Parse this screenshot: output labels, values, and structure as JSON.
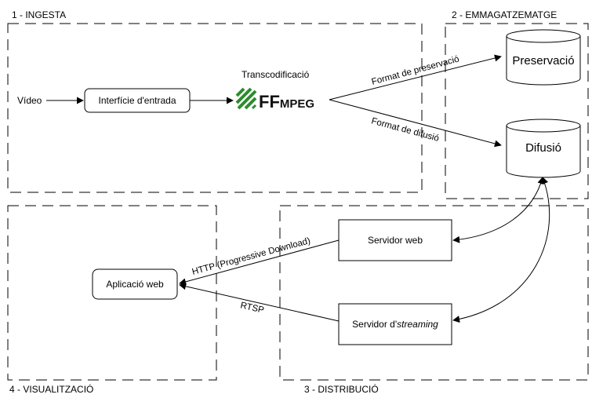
{
  "sections": {
    "ingesta": "1 - INGESTA",
    "emmagatzematge": "2 - EMMAGATZEMATGE",
    "distribucio": "3 - DISTRIBUCIÓ",
    "visualitzacio": "4 - VISUALITZACIÓ"
  },
  "nodes": {
    "video": "Vídeo",
    "interficie": "Interfície d'entrada",
    "transcodificacio": "Transcodificació",
    "ffmpeg_logo": "FFMPEG",
    "preservacio": "Preservació",
    "difusio": "Difusió",
    "servidor_web": "Servidor web",
    "servidor_streaming_prefix": "Servidor d'",
    "servidor_streaming_em": "streaming",
    "aplicacio_web": "Aplicació web"
  },
  "edges": {
    "format_preservacio": "Format de preservació",
    "format_difusio": "Format de difusió",
    "http": "HTTP (Progressive Download)",
    "rtsp": "RTSP"
  },
  "colors": {
    "ffmpeg_green": "#2e8b2e",
    "ffmpeg_text": "#111111"
  }
}
